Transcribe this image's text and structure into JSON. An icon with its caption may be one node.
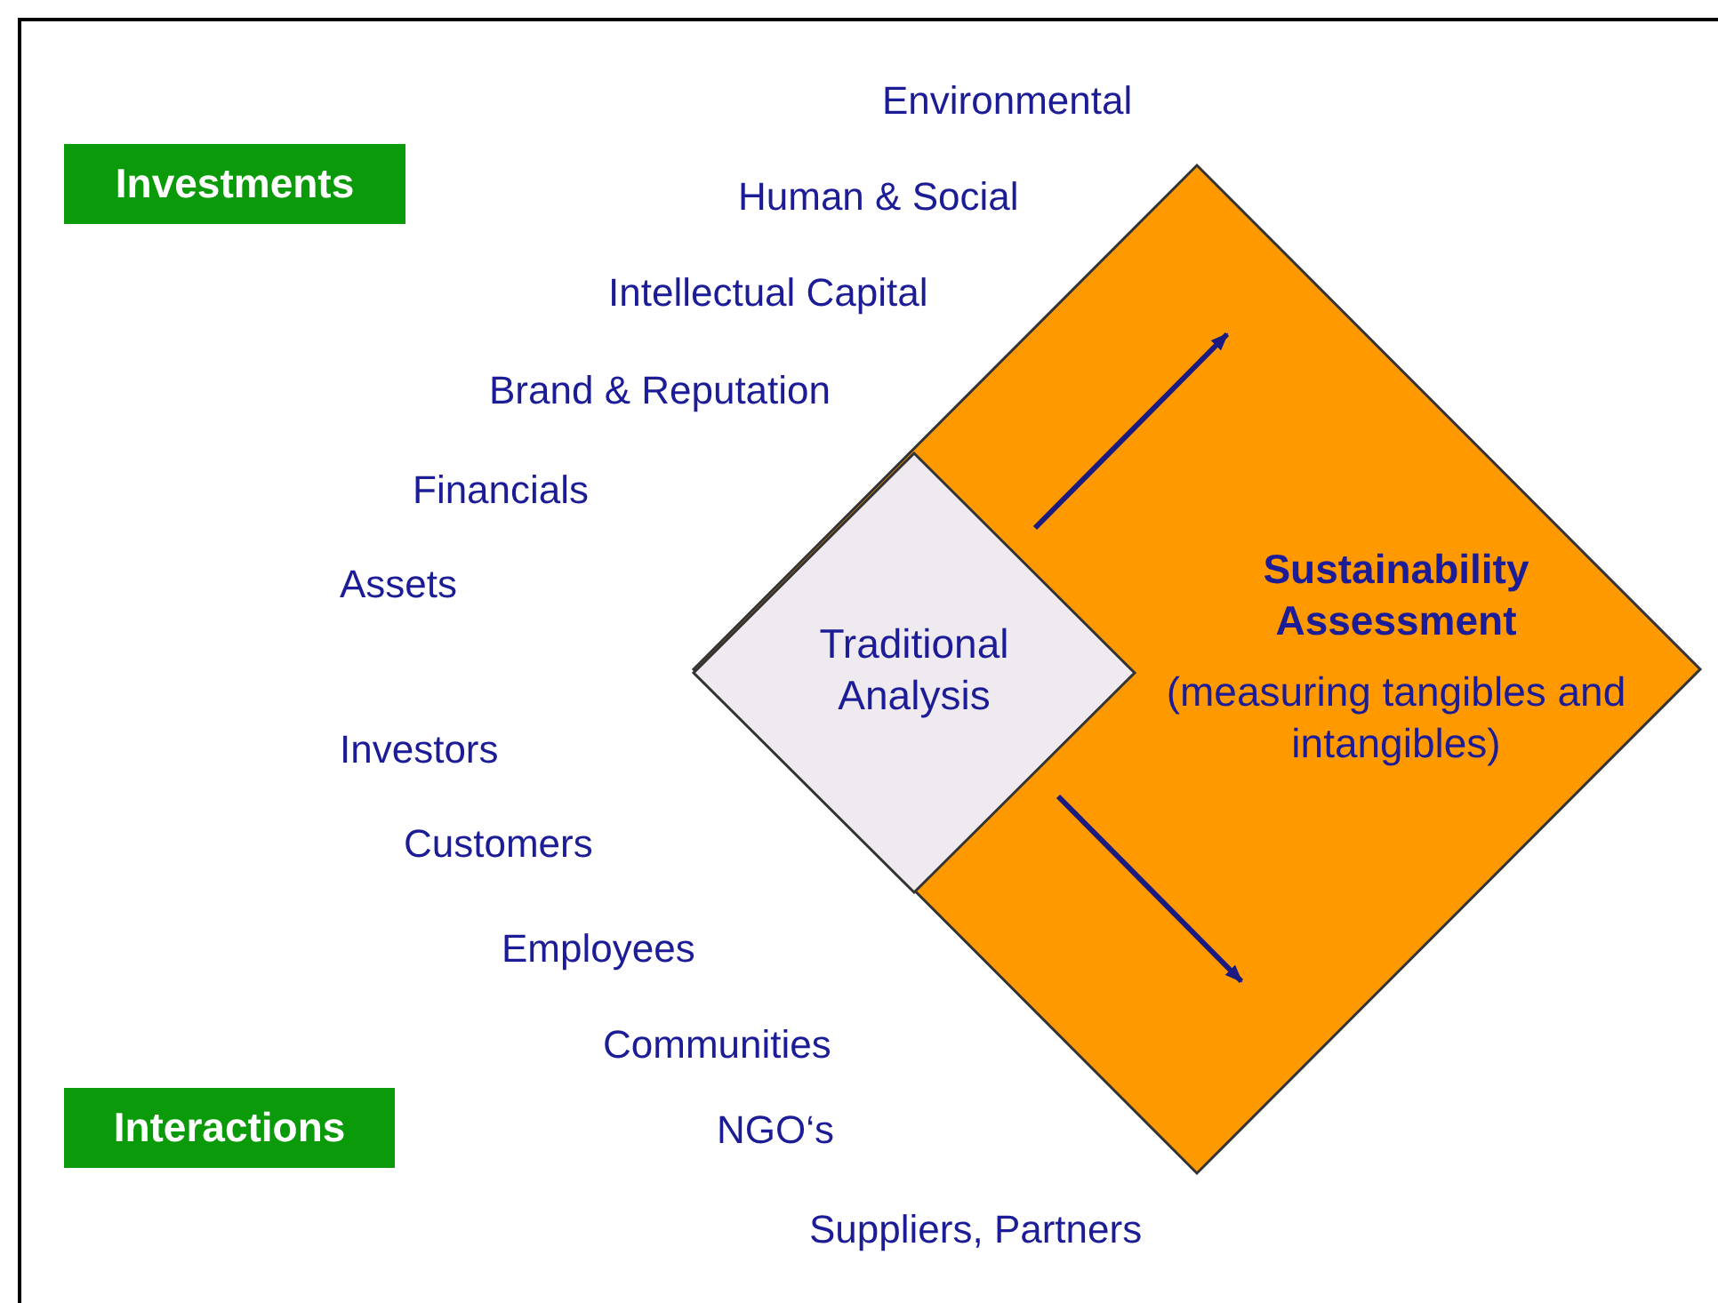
{
  "diagram": {
    "nodes": [
      {
        "text": [
          "Investments"
        ]
      },
      {
        "text": [
          "Interactions"
        ]
      },
      {
        "text": [
          "Sustainability Assessment",
          "(measuring tangibles and intangibles)"
        ]
      },
      {
        "text": [
          "Traditional Analysis"
        ],
        "in": 2
      }
    ],
    "edges": [],
    "labels": [
      "Environmental",
      "Human & Social",
      "Intellectual Capital",
      "Brand & Reputation",
      "Financials",
      "Assets",
      "Investors",
      "Customers",
      "Employees",
      "Communities",
      "NGO‘s",
      "Suppliers, Partners"
    ]
  }
}
